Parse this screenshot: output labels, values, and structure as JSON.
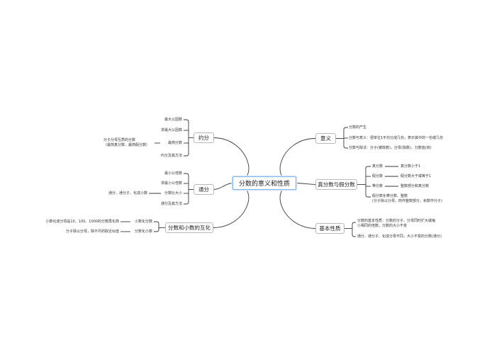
{
  "root": "分数的意义和性质",
  "left": [
    {
      "label": "约分",
      "children": [
        {
          "label": "最大公因数"
        },
        {
          "label": "求最大公因数"
        },
        {
          "label": "最简分数",
          "children": [
            {
              "label": "分子分母互质的分数\n（最简真分数、最简假分数）"
            }
          ]
        },
        {
          "label": "约分及其方法"
        }
      ]
    },
    {
      "label": "通分",
      "children": [
        {
          "label": "最小公倍数"
        },
        {
          "label": "求最小公倍数"
        },
        {
          "label": "分数比大小",
          "children": [
            {
              "label": "通分、通分子、化成小数"
            }
          ]
        },
        {
          "label": "通分及其方法"
        }
      ]
    },
    {
      "label": "分数和小数的互化",
      "children": [
        {
          "label": "小数化分数",
          "children": [
            {
              "label": "小数化成分母是10、100、1000的分数再化简"
            }
          ]
        },
        {
          "label": "分数化小数",
          "children": [
            {
              "label": "分子除以分母，除不尽的取近似值"
            }
          ]
        }
      ]
    }
  ],
  "right": [
    {
      "label": "意义",
      "children": [
        {
          "label": "分数的产生"
        },
        {
          "label": "分数与意义：把单位1平均分成几份，表示其中的一份或几份"
        },
        {
          "label": "分数与除法：分子(被除数)，分母(除数)，分数值(商)"
        }
      ]
    },
    {
      "label": "真分数与假分数",
      "children": [
        {
          "label": "真分数",
          "children": [
            {
              "label": "真分数小于1"
            }
          ]
        },
        {
          "label": "假分数",
          "children": [
            {
              "label": "假分数大于或等于1"
            }
          ]
        },
        {
          "label": "带分数",
          "children": [
            {
              "label": "整数部分和真分数"
            }
          ]
        },
        {
          "label": "假分数化带分数、整数\n(分子除以分母，商作整数部分，余数作分子)"
        }
      ]
    },
    {
      "label": "基本性质",
      "children": [
        {
          "label": "分数的基本性质：分数的分子、分母同时扩大或缩小相同的倍数，分数的大小不变"
        },
        {
          "label": "通分、通分子、化成分母不同，大小不变的分数(通分)"
        }
      ]
    }
  ]
}
